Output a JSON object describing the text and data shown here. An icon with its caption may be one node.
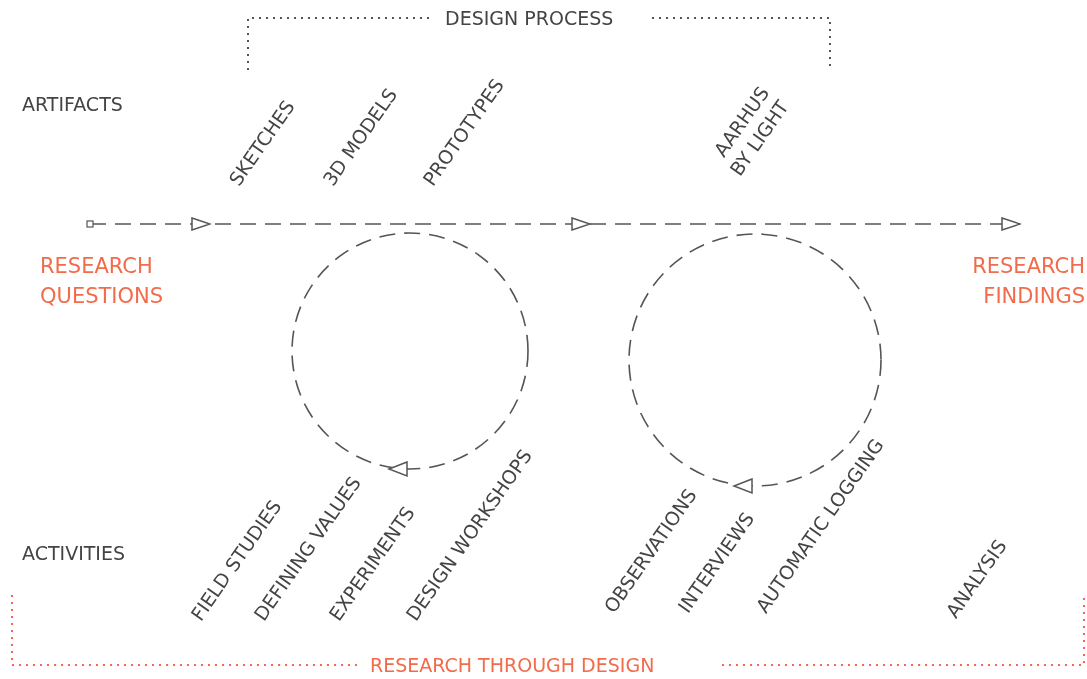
{
  "diagram": {
    "nodes": [
      {
        "text": [
          "RESEARCH QUESTIONS"
        ]
      },
      {
        "text": [
          "RESEARCH FINDINGS"
        ]
      },
      {
        "text": [],
        "shape": "circle"
      },
      {
        "text": [],
        "shape": "circle"
      }
    ],
    "edges": [
      {
        "from": 0,
        "to": 1,
        "arrow": "to",
        "style": "dashed"
      }
    ],
    "labels": [
      "DESIGN PROCESS",
      "ARTIFACTS",
      "SKETCHES",
      "3D MODELS",
      "PROTOTYPES",
      "AARHUS BY LIGHT",
      "ACTIVITIES",
      "FIELD STUDIES",
      "DEFINING VALUES",
      "EXPERIMENTS",
      "DESIGN WORKSHOPS",
      "OBSERVATIONS",
      "INTERVIEWS",
      "AUTOMATIC LOGGING",
      "ANALYSIS",
      "RESEARCH THROUGH DESIGN"
    ]
  }
}
